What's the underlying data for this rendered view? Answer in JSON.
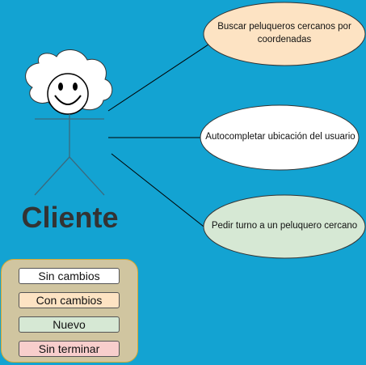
{
  "actor": {
    "name": "Cliente"
  },
  "use_cases": [
    {
      "label": "Buscar peluqueros cercanos por coordenadas",
      "status": "Con cambios"
    },
    {
      "label": "Autocompletar ubicación del usuario",
      "status": "Sin cambios"
    },
    {
      "label": "Pedir turno a un peluquero cercano",
      "status": "Nuevo"
    }
  ],
  "legend": [
    {
      "label": "Sin cambios",
      "color": "#ffffff"
    },
    {
      "label": "Con cambios",
      "color": "#fde3c3"
    },
    {
      "label": "Nuevo",
      "color": "#d6e8d4"
    },
    {
      "label": "Sin terminar",
      "color": "#f8cecc"
    }
  ],
  "colors": {
    "background": "#13a3d2",
    "legend_box": "#d0c5a0",
    "legend_border": "#d8a92e"
  }
}
